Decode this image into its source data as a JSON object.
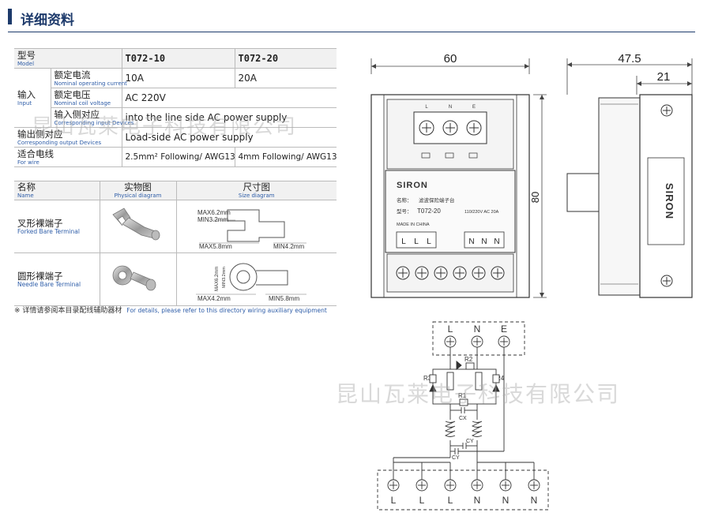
{
  "header": {
    "title": "详细资料"
  },
  "spec_table": {
    "head": {
      "cn": "型号",
      "en": "Model",
      "col1": "T072-10",
      "col2": "T072-20"
    },
    "input": {
      "cn": "输入",
      "en": "Input"
    },
    "rows": [
      {
        "cn": "额定电流",
        "en": "Nominal operating current",
        "v1": "10A",
        "v2": "20A"
      },
      {
        "cn": "额定电压",
        "en": "Nominal coil voltage",
        "v": "AC 220V"
      },
      {
        "cn": "输入侧对应",
        "en": "Corresponding input Devices",
        "v": "into the line side AC power supply"
      }
    ],
    "output": {
      "cn": "输出侧对应",
      "en": "Corresponding output Devices",
      "v": "Load-side AC power supply"
    },
    "wire": {
      "cn": "适合电线",
      "en": "For wire",
      "v1": "2.5mm² Following/ AWG13",
      "v2": "4mm  Following/ AWG13"
    }
  },
  "terminal_table": {
    "head": {
      "name_cn": "名称",
      "name_en": "Name",
      "photo_cn": "实物图",
      "photo_en": "Physical diagram",
      "size_cn": "尺寸图",
      "size_en": "Size diagram"
    },
    "rows": [
      {
        "cn": "叉形裸端子",
        "en": "Forked Bare Terminal",
        "d1": "MAX6.2mm",
        "d2": "MIN3.2mm",
        "d3": "MAX5.8mm",
        "d4": "MIN4.2mm"
      },
      {
        "cn": "圆形裸端子",
        "en": "Needle Bare Terminal",
        "d1": "MAX6.2mm",
        "d2": "MIN3.2mm",
        "d3": "MAX4.2mm",
        "d4": "MIN5.8mm"
      }
    ]
  },
  "note": {
    "cn": "※ 详情请参阅本目录配线辅助器材",
    "en": "For details, please refer to this directory wiring auxiliary equipment"
  },
  "watermark": "昆山瓦莱电子科技有限公司",
  "drawing": {
    "dim_width": "60",
    "dim_height": "80",
    "dim_depth": "47.5",
    "dim_rail": "21",
    "top_terminals": [
      "L",
      "N",
      "E"
    ],
    "brand": "SIRON",
    "label_name": "名称：",
    "label_name_val": "滤波保险端子台",
    "label_model": "型号：",
    "model_val": "T072-20",
    "rating": "110/220V  AC 20A",
    "made_in": "MADE IN CHINA",
    "bottom_lll": [
      "L",
      "L",
      "L"
    ],
    "bottom_nnn": [
      "N",
      "N",
      "N"
    ]
  },
  "circuit": {
    "inputs": [
      "L",
      "N",
      "E"
    ],
    "outputs": [
      "L",
      "L",
      "L",
      "N",
      "N",
      "N"
    ],
    "components": {
      "r1": "R1",
      "r2": "R2",
      "r3": "R3",
      "r4": "R4",
      "cx": "CX",
      "cy1": "CY",
      "cy2": "CY"
    }
  }
}
